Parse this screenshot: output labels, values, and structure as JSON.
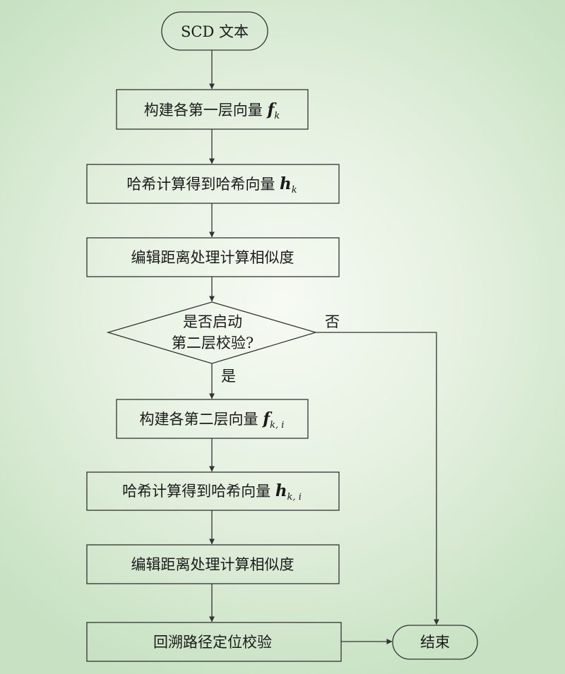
{
  "nodes": {
    "start": {
      "label": "SCD 文本"
    },
    "build_first": {
      "label": "构建各第一层向量 ",
      "var": "f",
      "sub": "k"
    },
    "hash_first": {
      "label": "哈希计算得到哈希向量 ",
      "var": "h",
      "sub": "k"
    },
    "edit_first": {
      "label": "编辑距离处理计算相似度"
    },
    "decision": {
      "line1": "是否启动",
      "line2": "第二层校验?"
    },
    "build_second": {
      "label": "构建各第二层向量 ",
      "var": "f",
      "sub": "k, i"
    },
    "hash_second": {
      "label": "哈希计算得到哈希向量 ",
      "var": "h",
      "sub": "k, i"
    },
    "edit_second": {
      "label": "编辑距离处理计算相似度"
    },
    "trace": {
      "label": "回溯路径定位校验"
    },
    "end": {
      "label": "结束"
    }
  },
  "edges": {
    "yes_label": "是",
    "no_label": "否"
  },
  "colors": {
    "stroke": "#333333",
    "text": "#1a1a1a",
    "bg_center": "#f6faf3",
    "bg_edge": "#c7e1c2"
  }
}
